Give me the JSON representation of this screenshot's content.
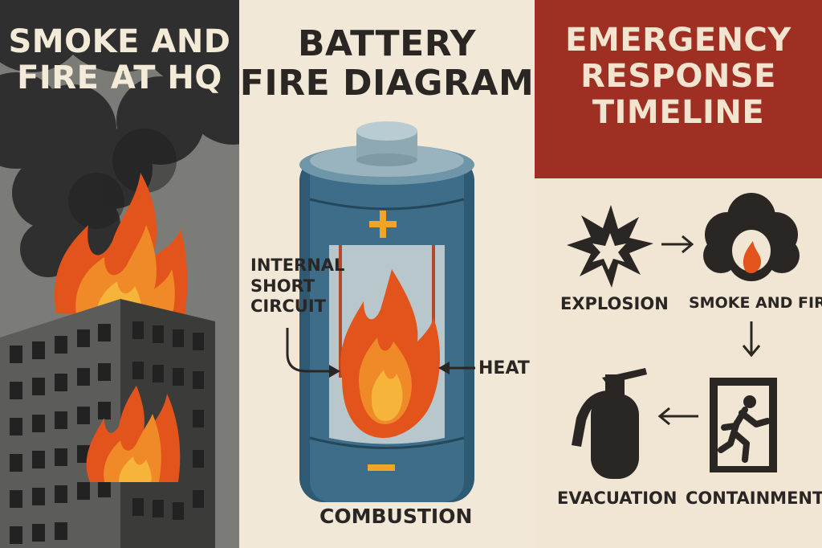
{
  "panels": {
    "headquarters": {
      "title_line1": "SMOKE AND",
      "title_line2": "FIRE AT HQ"
    },
    "battery": {
      "title_line1": "BATTERY",
      "title_line2": "FIRE DIAGRAM",
      "plus_symbol": "+",
      "minus_symbol": "−",
      "label_short_1": "INTERNAL",
      "label_short_2": "SHORT",
      "label_short_3": "CIRCUIT",
      "label_heat": "HEAT",
      "label_combustion": "COMBUSTION"
    },
    "timeline": {
      "title_line1": "EMERGENCY",
      "title_line2": "RESPONSE",
      "title_line3": "TIMELINE",
      "steps": [
        {
          "label": "EXPLOSION",
          "icon": "explosion-icon"
        },
        {
          "label": "SMOKE AND FIRE",
          "icon": "smoke-fire-icon"
        },
        {
          "label": "CONTAINMENT",
          "icon": "emergency-exit-icon"
        },
        {
          "label": "EVACUATION",
          "icon": "fire-extinguisher-icon"
        }
      ]
    }
  },
  "colors": {
    "smoke_dark": "#2f2f2f",
    "smoke_mid": "#6d6d6b",
    "fire_orange": "#e3541c",
    "fire_yellow": "#f6b43a",
    "battery_blue": "#3a6a85",
    "battery_light": "#b7c7cc",
    "timeline_header": "#9e2f22",
    "ink": "#2a2623"
  }
}
